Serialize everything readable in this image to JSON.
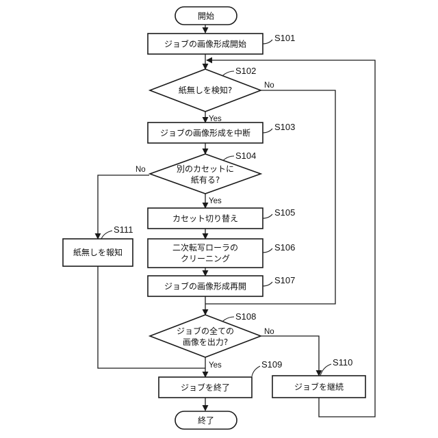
{
  "nodes": {
    "start": "開始",
    "s101": "ジョブの画像形成開始",
    "s102": "紙無しを検知?",
    "s103": "ジョブの画像形成を中断",
    "s104": [
      "別のカセットに",
      "紙有る?"
    ],
    "s105": "カセット切り替え",
    "s106": [
      "二次転写ローラの",
      "クリーニング"
    ],
    "s107": "ジョブの画像形成再開",
    "s108": [
      "ジョブの全ての",
      "画像を出力?"
    ],
    "s109": "ジョブを終了",
    "s110": "ジョブを継続",
    "s111": "紙無しを報知",
    "end": "終了"
  },
  "refs": {
    "s101": "S101",
    "s102": "S102",
    "s103": "S103",
    "s104": "S104",
    "s105": "S105",
    "s106": "S106",
    "s107": "S107",
    "s108": "S108",
    "s109": "S109",
    "s110": "S110",
    "s111": "S111"
  },
  "labels": {
    "yes": "Yes",
    "no": "No"
  }
}
